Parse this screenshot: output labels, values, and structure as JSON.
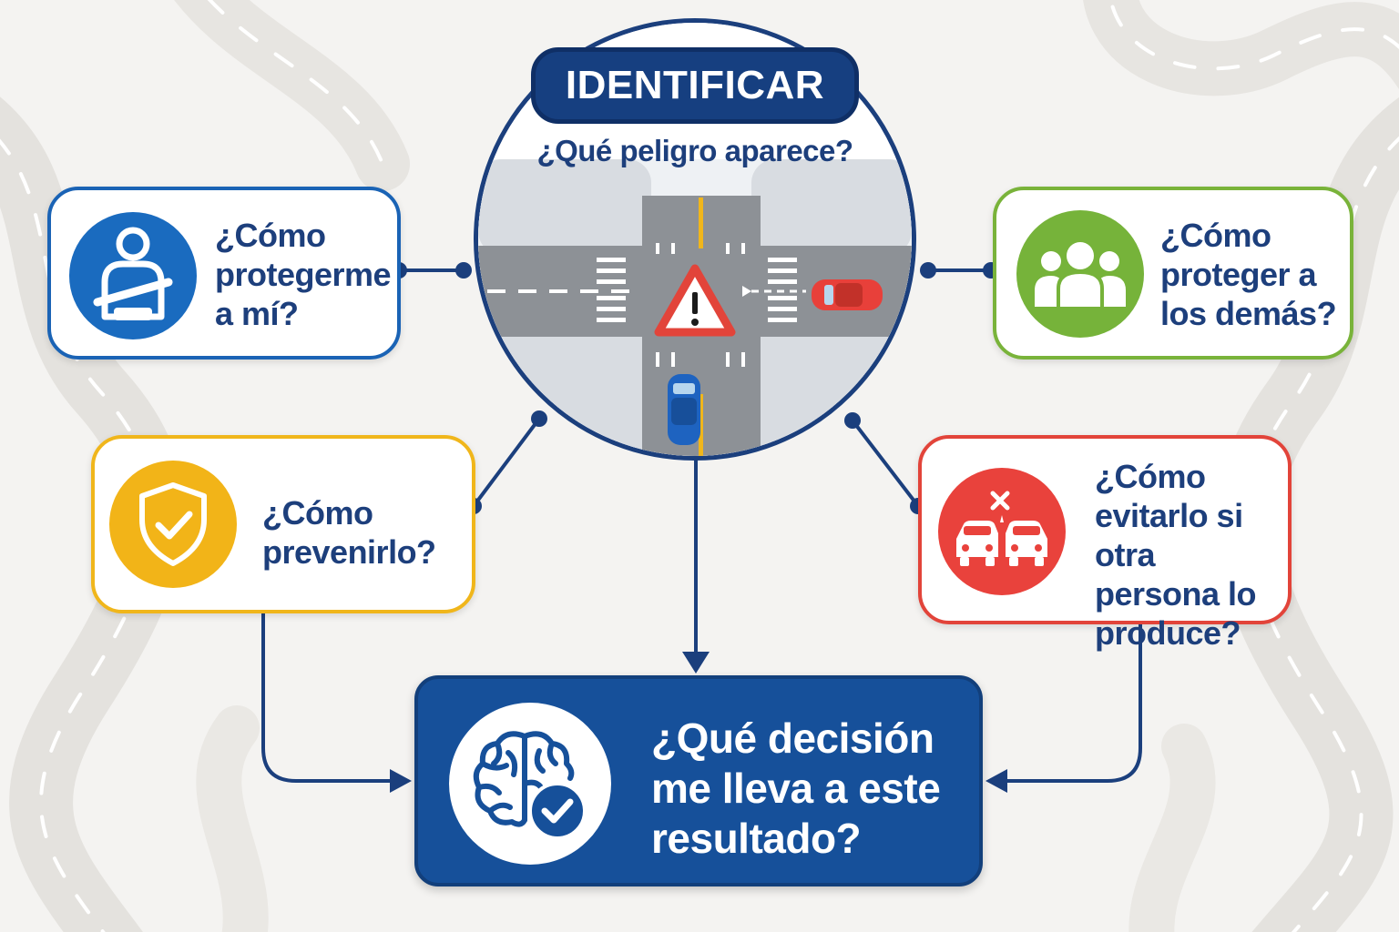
{
  "identify": {
    "title": "IDENTIFICAR",
    "question": "¿Qué peligro aparece?",
    "illustration_icon": "intersection-hazard-icon"
  },
  "cards": {
    "self": {
      "lines": [
        "¿Cómo",
        "protegerme",
        "a mí?"
      ],
      "icon": "seatbelt-person-icon",
      "color": "#1a63b5"
    },
    "others": {
      "lines": [
        "¿Cómo",
        "proteger a",
        "los demás?"
      ],
      "icon": "group-people-icon",
      "color": "#79b33a"
    },
    "prevent": {
      "lines": [
        "¿Cómo",
        "prevenirlo?"
      ],
      "icon": "shield-check-icon",
      "color": "#f0b61b"
    },
    "avoid": {
      "lines": [
        "¿Cómo",
        "evitarlo si otra",
        "persona lo",
        "produce?"
      ],
      "icon": "car-collision-icon",
      "color": "#e2443a"
    }
  },
  "decision": {
    "lines": [
      "¿Qué decisión",
      "me lleva a este",
      "resultado?"
    ],
    "icon": "brain-check-icon",
    "color": "#16509a"
  }
}
